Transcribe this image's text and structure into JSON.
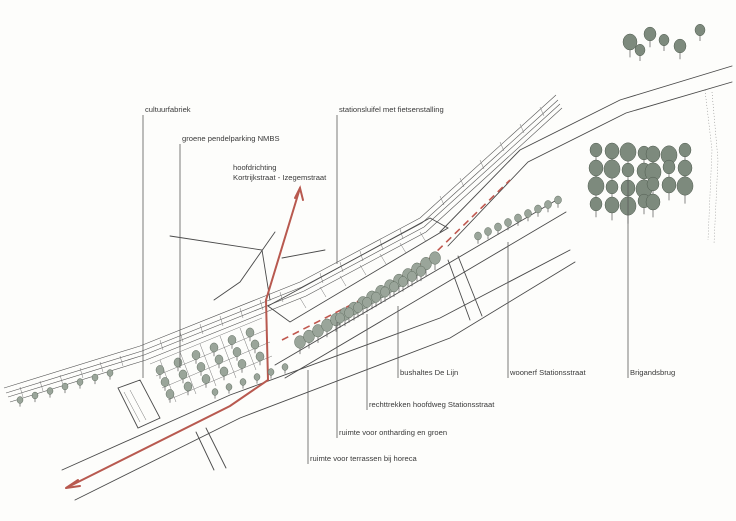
{
  "labels": {
    "cultuurfabriek": "cultuurfabriek",
    "pendelparking": "groene pendelparking NMBS",
    "hoofdrichting_line1": "hoofdrichting",
    "hoofdrichting_line2": "Kortrijkstraat - Izegemstraat",
    "stationsluifel": "stationsluifel met fietsenstalling",
    "bushaltes": "bushaltes De Lijn",
    "woonerf": "woonerf Stationsstraat",
    "brigandsbrug": "Brigandsbrug",
    "rechttrekken": "rechttrekken hoofdweg Stationsstraat",
    "ontharding": "ruimte voor ontharding en groen",
    "terrassen": "ruimte voor terrassen bij horeca"
  },
  "colors": {
    "route": "#b8594f",
    "trees": "#9aa59a",
    "lines": "#4a4a4a"
  }
}
